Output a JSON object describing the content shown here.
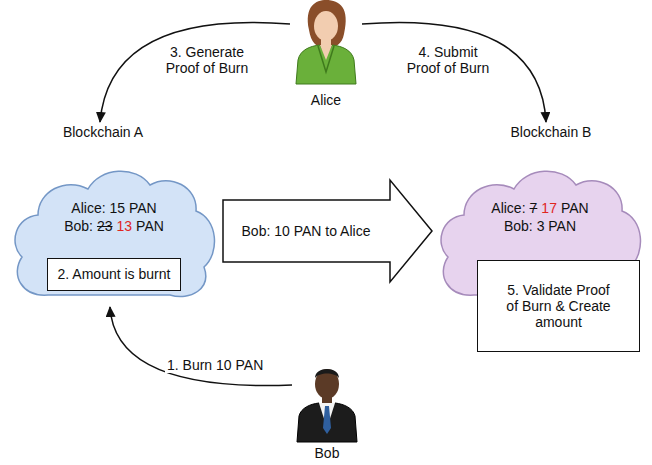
{
  "diagram": {
    "nodes": [
      {
        "text": [
          "Alice"
        ]
      },
      {
        "text": [
          "Blockchain A",
          "Alice: 15 PAN",
          "Bob:",
          "23",
          "13",
          "PAN"
        ]
      },
      {
        "text": [
          "2. Amount is burnt"
        ],
        "in": 1
      },
      {
        "text": [
          "Bob: 10 PAN to Alice"
        ]
      },
      {
        "text": [
          "Blockchain B",
          "Alice:",
          "7",
          "17",
          "PAN",
          "Bob: 3 PAN"
        ]
      },
      {
        "text": [
          "5. Validate Proof of Burn & Create amount"
        ],
        "in": 4
      },
      {
        "text": [
          "Bob"
        ]
      }
    ],
    "edges": [
      {
        "from": 0,
        "to": 1,
        "label": "3. Generate Proof of Burn",
        "arrow": "to"
      },
      {
        "from": 0,
        "to": 4,
        "label": "4. Submit Proof of Burn",
        "arrow": "to"
      },
      {
        "from": 6,
        "to": 1,
        "label": "1. Burn 10 PAN",
        "arrow": "to"
      }
    ]
  }
}
